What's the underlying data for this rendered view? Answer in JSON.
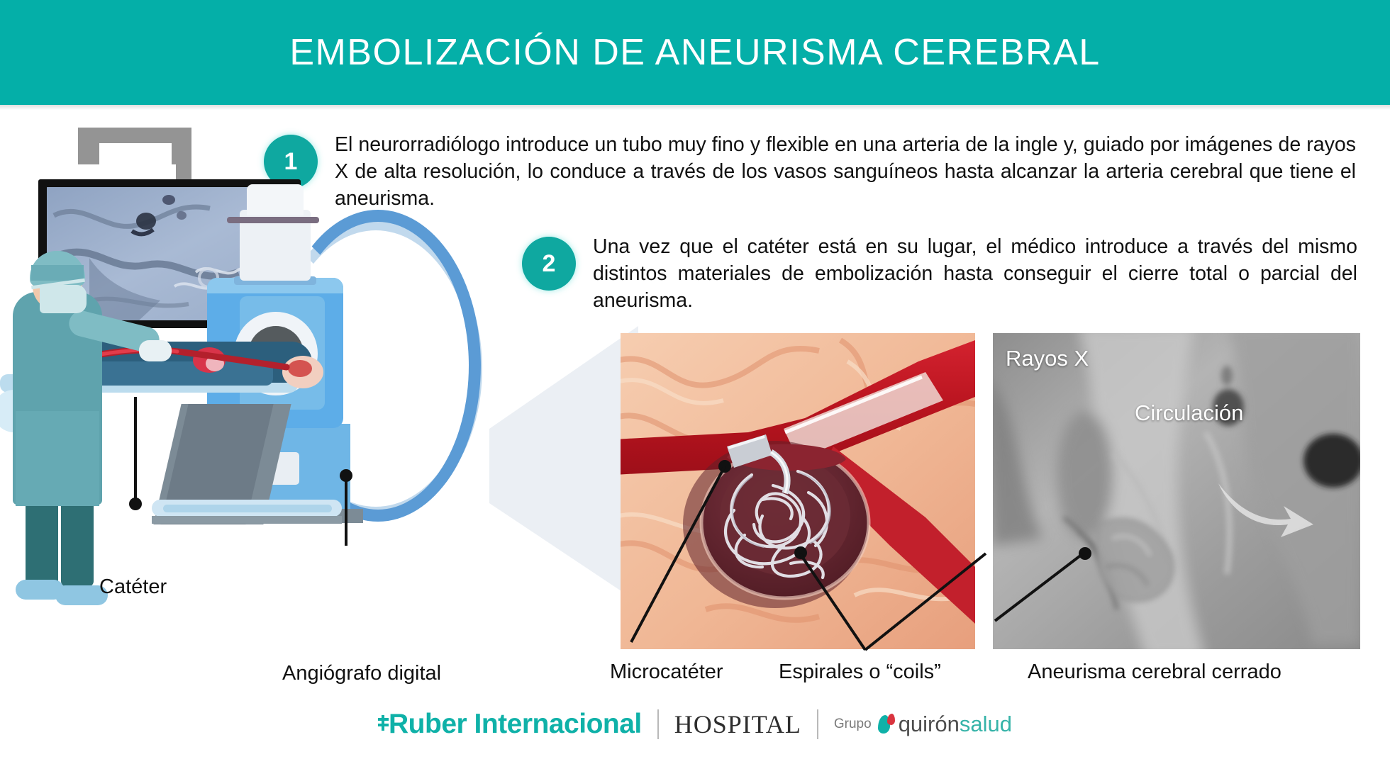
{
  "colors": {
    "teal": "#04afa8",
    "badge_teal": "#0fa8a0",
    "text_dark": "#111111",
    "logo_teal": "#0fb1a8",
    "logo_dark": "#2d2d2d",
    "quiron_red": "#d9343f",
    "panel_white": "#ffffff"
  },
  "header": {
    "title": "EMBOLIZACIÓN DE ANEURISMA CEREBRAL"
  },
  "steps": [
    {
      "number": "1",
      "text": "El neurorradiólogo introduce un tubo muy fino y flexible en una arteria de la ingle y, guiado por imágenes de rayos X de alta resolución, lo conduce a través de los vasos sanguíneos hasta alcanzar la arteria cerebral que tiene el aneurisma."
    },
    {
      "number": "2",
      "text": "Una vez que el catéter está en su lugar, el médico introduce a través del mismo distintos materiales  de embolización hasta conseguir el cierre total o parcial del aneurisma."
    }
  ],
  "scene_labels": {
    "catheter": "Catéter",
    "angiograph": "Angiógrafo digital"
  },
  "panels": {
    "coils": {
      "caption_microcatheter": "Microcatéter",
      "caption_coils": "Espirales o “coils”"
    },
    "xray": {
      "overlay_rayos": "Rayos X",
      "overlay_circulacion": "Circulación",
      "caption": "Aneurisma cerebral cerrado"
    }
  },
  "footer": {
    "ruber": "Ruber Internacional",
    "hospital": "HOSPITAL",
    "grupo": "Grupo",
    "quiron": "quirón",
    "salud": "salud"
  }
}
